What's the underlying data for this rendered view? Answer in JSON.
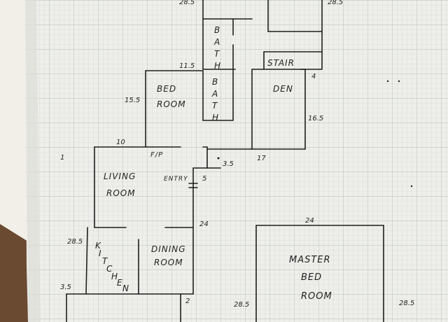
{
  "rooms": {
    "bath_upper": [
      "B",
      "A",
      "T",
      "H"
    ],
    "bath_lower": [
      "B",
      "A",
      "T",
      "H"
    ],
    "stair": "STAIR",
    "den": "DEN",
    "bedroom_line1": "BED",
    "bedroom_line2": "ROOM",
    "fireplace": "F/P",
    "living_line1": "LIVING",
    "living_line2": "ROOM",
    "entry": "ENTRY",
    "dining_line1": "DINING",
    "dining_line2": "ROOM",
    "kitchen": [
      "K",
      "I",
      "T",
      "C",
      "H",
      "E",
      "N"
    ],
    "master_line1": "MASTER",
    "master_line2": "BED",
    "master_line3": "ROOM"
  },
  "dimensions": {
    "top_left_cut": "28.5",
    "top_right": "28.5",
    "d_11_5": "11.5",
    "d_15_5": "15.5",
    "d_10": "10",
    "d_4": "4",
    "d_16_5": "16.5",
    "d_17": "17",
    "d_3_5_mid": "3.5",
    "d_5": "5",
    "d_24_left": "24",
    "d_24_master": "24",
    "d_28_5_kitchen": "28.5",
    "d_3_5_bottom": "3.5",
    "d_2": "2",
    "d_28_5_bottom_left": "28.5",
    "d_28_5_bottom_right": "28.5",
    "d_1": "1"
  },
  "colors": {
    "paper": "#eeeeea",
    "grid_minor": "#cfd6d2",
    "grid_major": "#b8c2bd",
    "ink": "#1e1e1e",
    "wall_background": "#f3f1ea",
    "table_wood": "#6b4a32"
  }
}
